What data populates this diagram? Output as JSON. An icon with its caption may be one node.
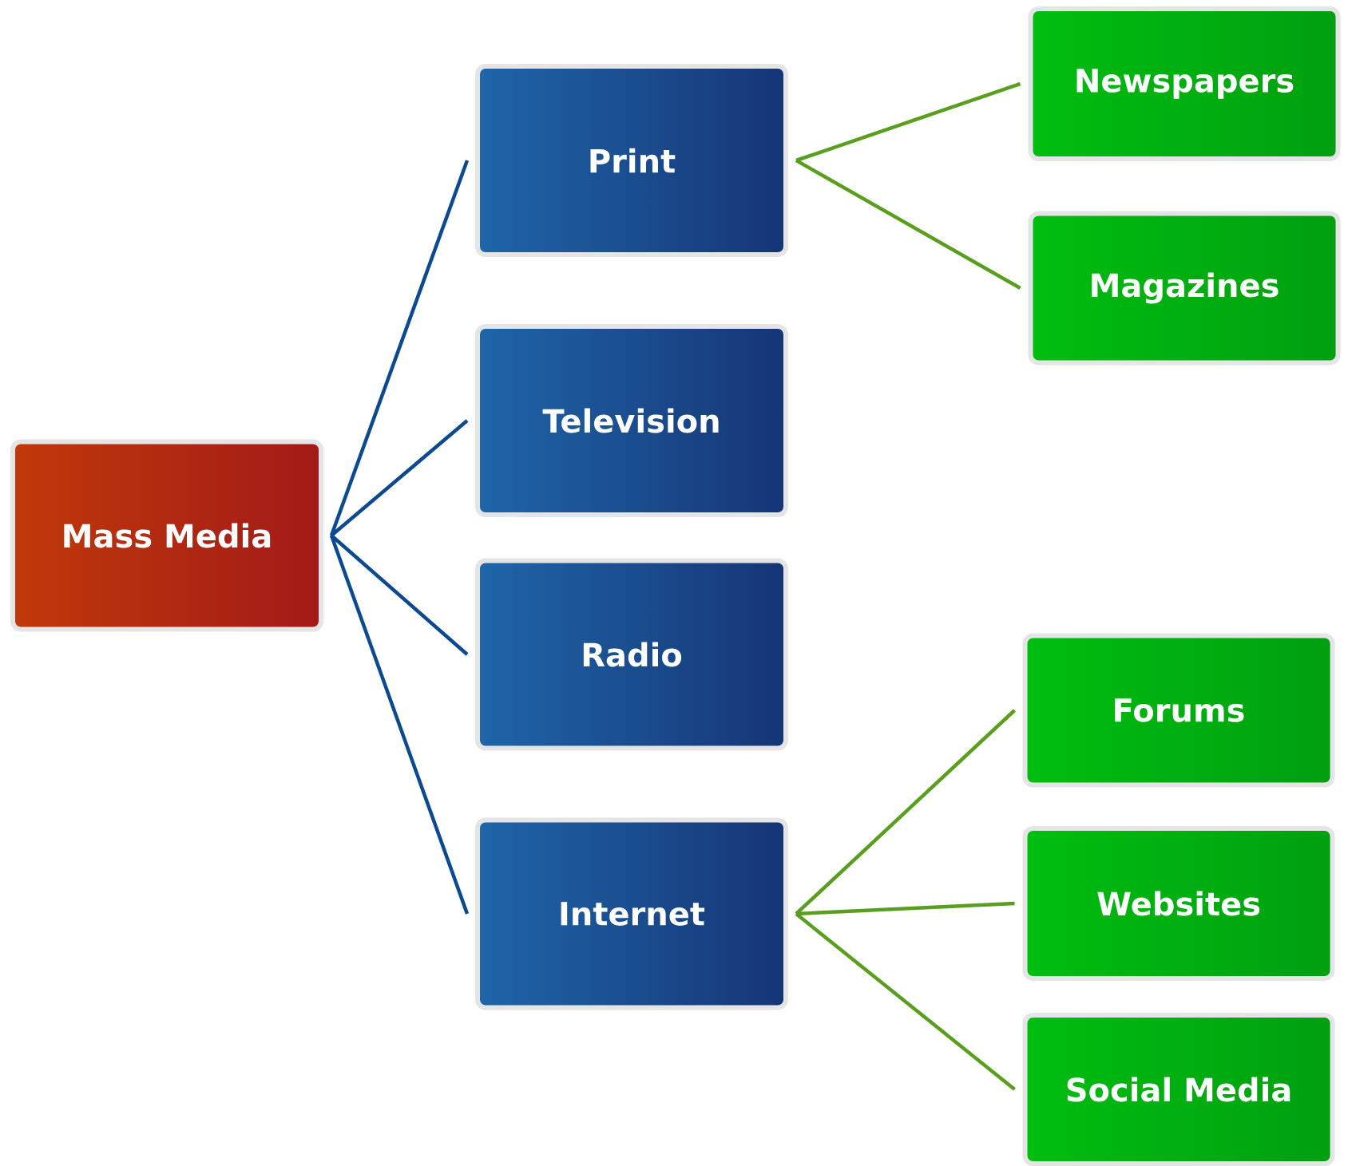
{
  "diagram": {
    "nodes": [
      {
        "text": [
          "Mass Media"
        ]
      },
      {
        "text": [
          "Print"
        ]
      },
      {
        "text": [
          "Television"
        ]
      },
      {
        "text": [
          "Radio"
        ]
      },
      {
        "text": [
          "Internet"
        ]
      },
      {
        "text": [
          "Newspapers"
        ]
      },
      {
        "text": [
          "Magazines"
        ]
      },
      {
        "text": [
          "Forums"
        ]
      },
      {
        "text": [
          "Websites"
        ]
      },
      {
        "text": [
          "Social Media"
        ]
      }
    ],
    "edges": [
      {
        "from": 0,
        "to": 1,
        "arrow": "none",
        "color": "#0b4a8f"
      },
      {
        "from": 0,
        "to": 2,
        "arrow": "none",
        "color": "#0b4a8f"
      },
      {
        "from": 0,
        "to": 3,
        "arrow": "none",
        "color": "#0b4a8f"
      },
      {
        "from": 0,
        "to": 4,
        "arrow": "none",
        "color": "#0b4a8f"
      },
      {
        "from": 1,
        "to": 5,
        "arrow": "none"
      },
      {
        "from": 1,
        "to": 6,
        "arrow": "none"
      },
      {
        "from": 4,
        "to": 7,
        "arrow": "none"
      },
      {
        "from": 4,
        "to": 8,
        "arrow": "none"
      },
      {
        "from": 4,
        "to": 9,
        "arrow": "none"
      }
    ]
  }
}
